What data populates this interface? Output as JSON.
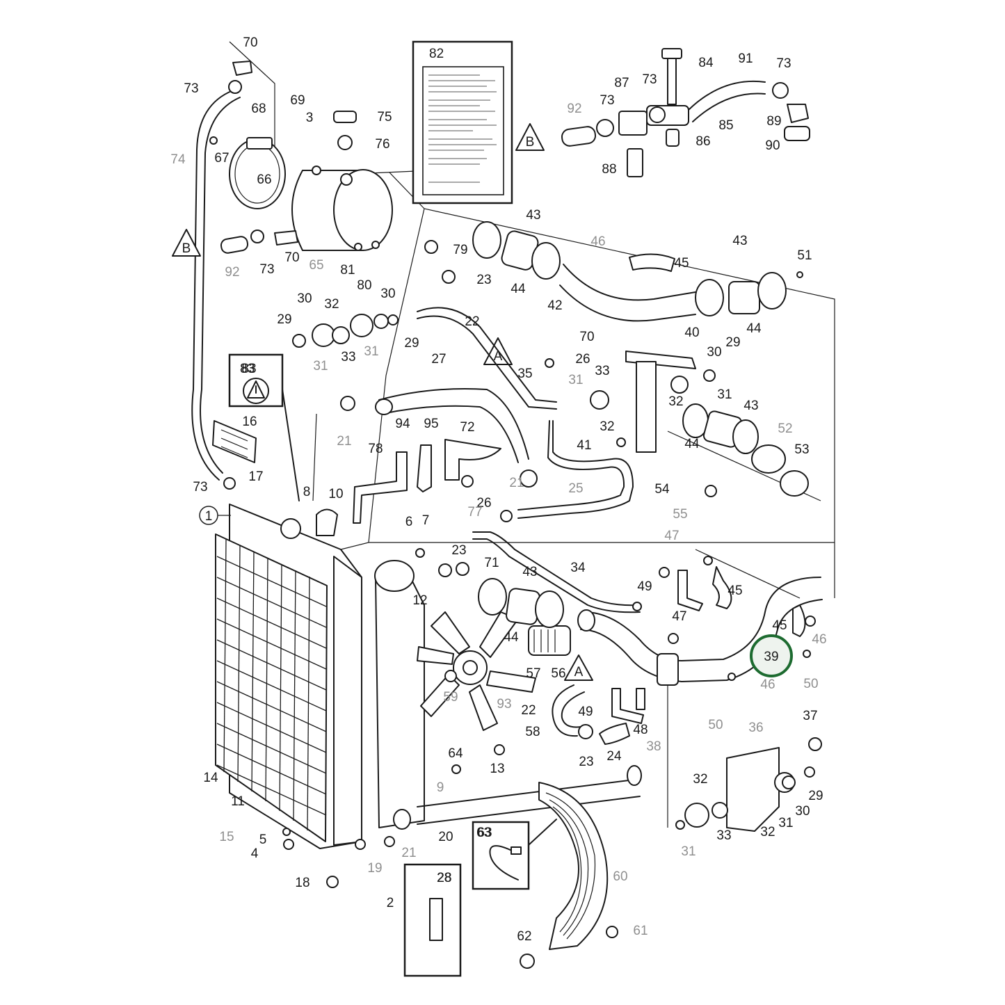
{
  "colors": {
    "line": "#1a1a1a",
    "grey_label": "#8f8f8f",
    "highlight": "#1d6b30",
    "highlight_fill": "#eef3ee"
  },
  "reference_triangles": [
    "B",
    "B",
    "A",
    "A"
  ],
  "highlighted_part": "39",
  "callout_circle": "1",
  "document_label": "82",
  "warning_label": "83",
  "detail_labels": [
    "63",
    "28"
  ],
  "dark_labels": [
    "70",
    "73",
    "68",
    "69",
    "3",
    "75",
    "76",
    "67",
    "66",
    "73",
    "70",
    "81",
    "80",
    "30",
    "32",
    "29",
    "30",
    "29",
    "33",
    "83",
    "16",
    "17",
    "73",
    "8",
    "10",
    "94",
    "95",
    "72",
    "78",
    "6",
    "7",
    "26",
    "23",
    "71",
    "43",
    "34",
    "12",
    "44",
    "14",
    "11",
    "5",
    "4",
    "18",
    "2",
    "57",
    "56",
    "22",
    "49",
    "48",
    "23",
    "24",
    "13",
    "58",
    "64",
    "20",
    "63",
    "28",
    "62",
    "79",
    "23",
    "22",
    "43",
    "44",
    "45",
    "42",
    "43",
    "44",
    "51",
    "40",
    "30",
    "29",
    "33",
    "32",
    "31",
    "70",
    "26",
    "27",
    "35",
    "32",
    "41",
    "43",
    "44",
    "53",
    "54",
    "45",
    "49",
    "45",
    "47",
    "39",
    "37",
    "32",
    "33",
    "29",
    "30",
    "31",
    "32",
    "84",
    "87",
    "73",
    "91",
    "73",
    "85",
    "89",
    "86",
    "88",
    "90",
    "73"
  ],
  "grey_labels": [
    "74",
    "92",
    "65",
    "31",
    "31",
    "21",
    "77",
    "25",
    "21",
    "9",
    "15",
    "19",
    "21",
    "59",
    "93",
    "60",
    "61",
    "46",
    "52",
    "55",
    "47",
    "46",
    "50",
    "46",
    "50",
    "36",
    "38",
    "31",
    "92",
    "31"
  ]
}
